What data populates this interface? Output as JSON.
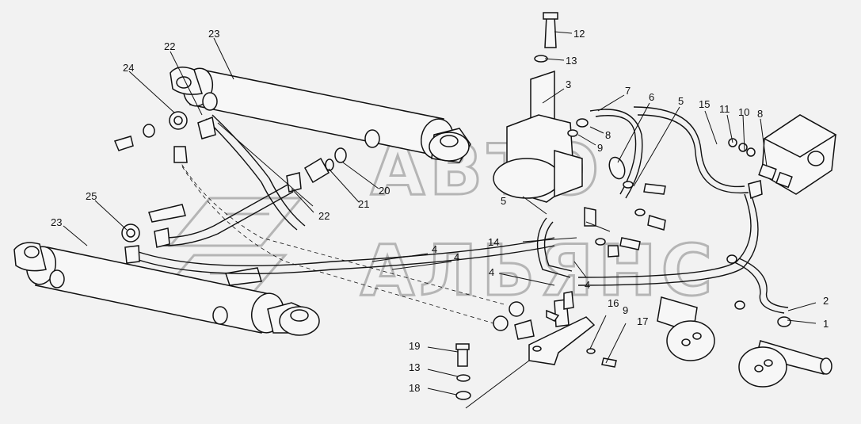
{
  "watermark": {
    "line1": "АВТО",
    "line2": "АЛЬЯНС"
  },
  "callouts": {
    "c1": "1",
    "c2": "2",
    "c3": "3",
    "c4a": "4",
    "c4b": "4",
    "c4c": "4",
    "c4d": "4",
    "c5a": "5",
    "c5b": "5",
    "c6": "6",
    "c7": "7",
    "c8a": "8",
    "c8b": "8",
    "c9a": "9",
    "c9b": "9",
    "c10": "10",
    "c11": "11",
    "c12": "12",
    "c13a": "13",
    "c13b": "13",
    "c14": "14",
    "c15": "15",
    "c16": "16",
    "c17": "17",
    "c18": "18",
    "c19": "19",
    "c20": "20",
    "c21": "21",
    "c22a": "22",
    "c22b": "22",
    "c23a": "23",
    "c23b": "23",
    "c24": "24",
    "c25": "25"
  }
}
